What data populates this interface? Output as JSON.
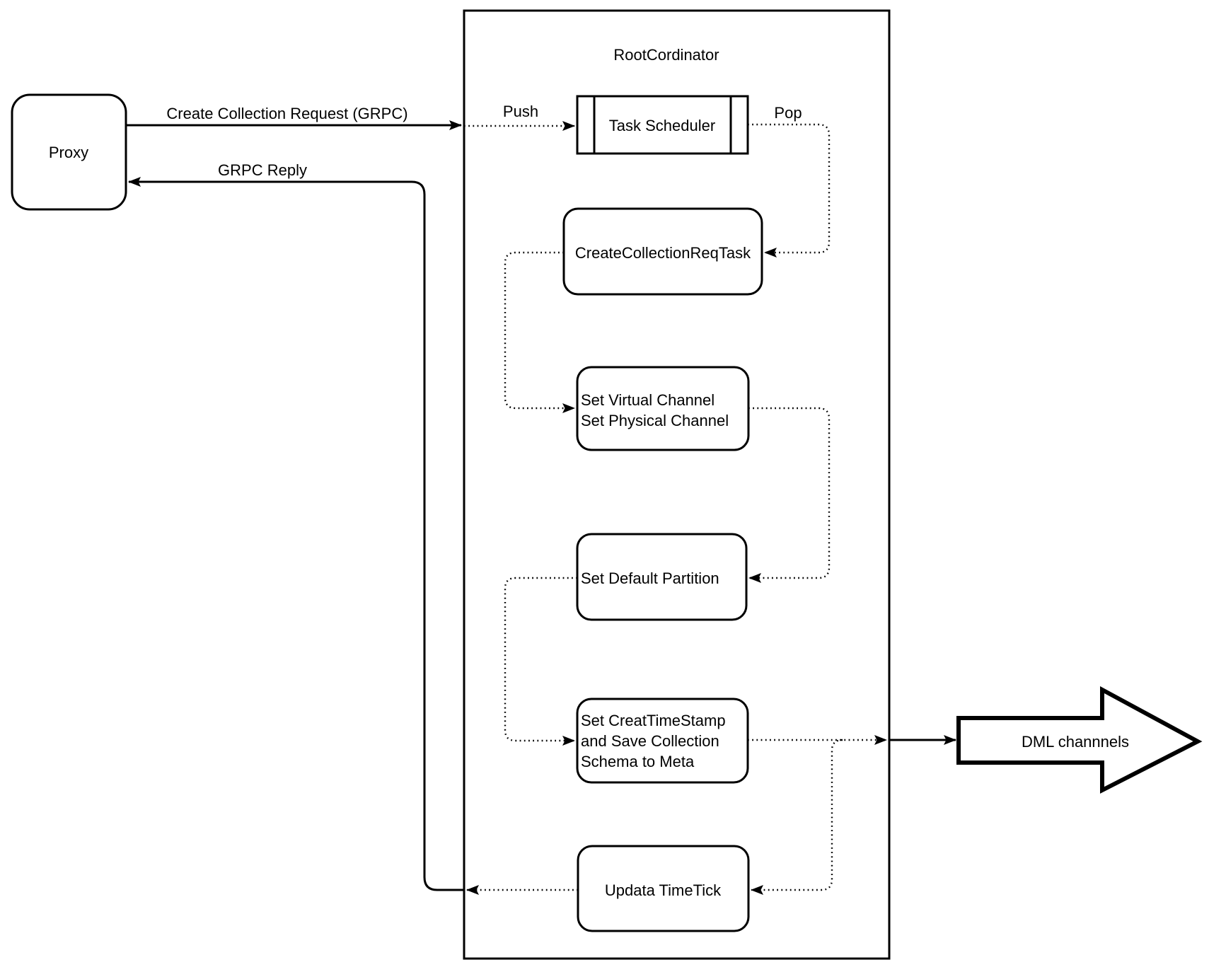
{
  "diagram": {
    "background_color": "#ffffff",
    "stroke_color": "#000000",
    "proxy": {
      "label": "Proxy"
    },
    "container": {
      "title": "RootCordinator"
    },
    "task_scheduler": {
      "label": "Task Scheduler"
    },
    "tasks": {
      "create_collection_req_task": "CreateCollectionReqTask",
      "set_channel_line1": "Set Virtual Channel",
      "set_channel_line2": "Set Physical Channel",
      "set_default_partition": "Set Default Partition",
      "set_timestamp_line1": "Set CreatTimeStamp",
      "set_timestamp_line2": "and Save Collection",
      "set_timestamp_line3": "Schema to Meta",
      "update_timetick": "Updata TimeTick"
    },
    "edges": {
      "create_collection_request": "Create Collection Request (GRPC)",
      "grpc_reply": "GRPC Reply",
      "push": "Push",
      "pop": "Pop"
    },
    "dml": {
      "label": "DML channnels"
    }
  }
}
